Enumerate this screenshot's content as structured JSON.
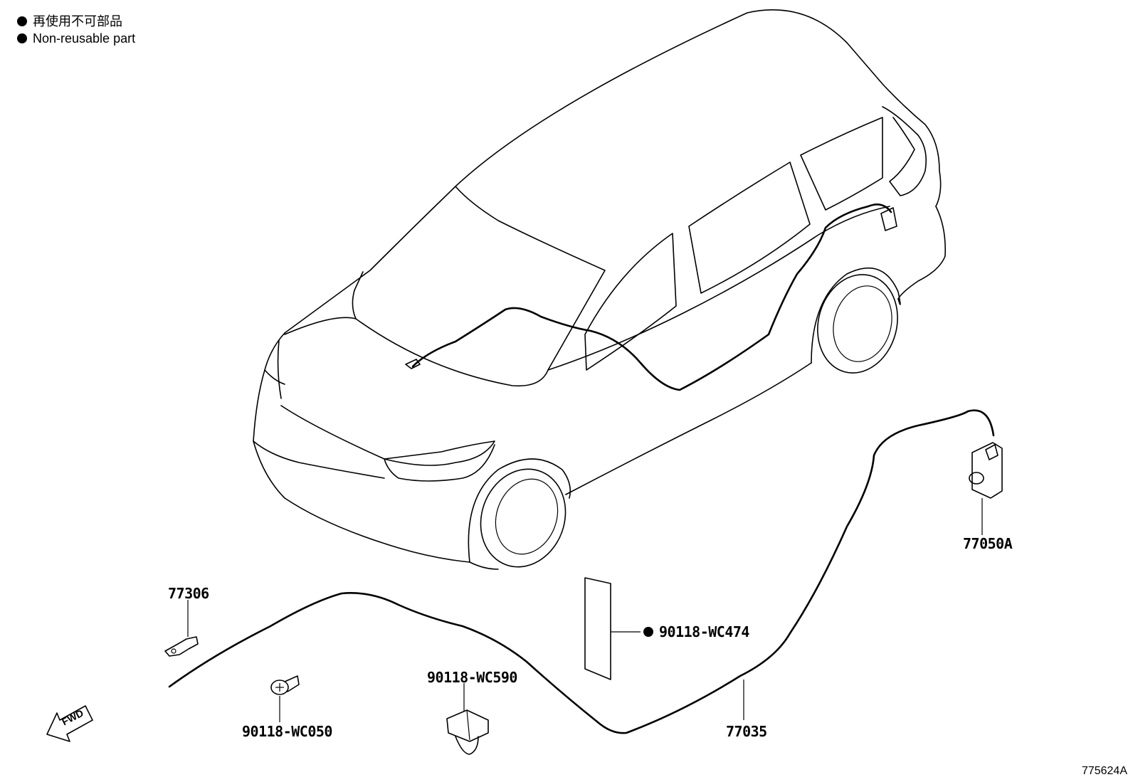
{
  "legend": {
    "japanese": "再使用不可部品",
    "english": "Non-reusable part"
  },
  "parts": {
    "p77306": "77306",
    "p90118_wc474": "90118-WC474",
    "p77050a": "77050A",
    "p90118_wc590": "90118-WC590",
    "p90118_wc050": "90118-WC050",
    "p77035": "77035"
  },
  "fwd_label": "FWD",
  "diagram_id": "775624A"
}
